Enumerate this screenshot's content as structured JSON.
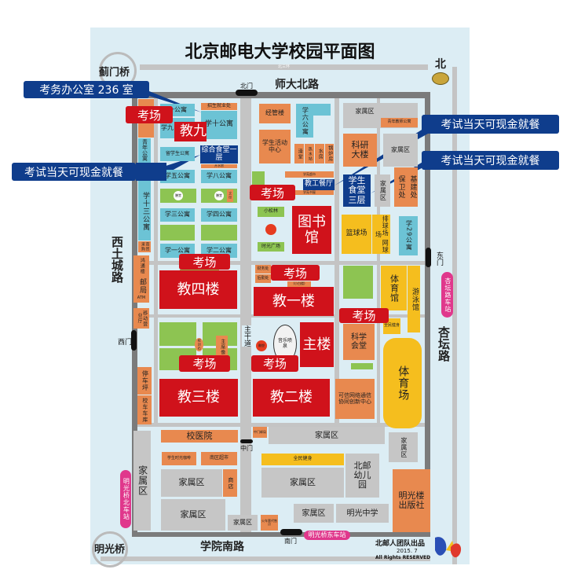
{
  "title": "北京邮电大学校园平面图",
  "compass": {
    "label": "北",
    "icon": "compass-icon"
  },
  "roads": {
    "north_ring": "北三环",
    "north": "师大北路",
    "west": "西土城路",
    "east": "杏坛路",
    "south": "学院南路",
    "main_axis": "主干道"
  },
  "bridges": {
    "jimen": "蓟门桥",
    "mingguang": "明光桥"
  },
  "gates": {
    "north": "北门",
    "east": "东门",
    "west": "西门",
    "middle": "中门",
    "south": "南门"
  },
  "bus_stops": {
    "xingtan": "杏坛路车站",
    "mingguang_north": "明光桥北车站",
    "mingguang_east": "明光桥东车站"
  },
  "callouts": {
    "exam_office": "考务办公室 236 室",
    "cash_dining_left": "考试当天可现金就餐",
    "cash_dining_right_1": "考试当天可现金就餐",
    "cash_dining_right_2": "考试当天可现金就餐"
  },
  "exam_tag": "考场",
  "buildings": {
    "jiao9": "教九",
    "xue9": "学九",
    "xue11": "一公寓",
    "zhaosheng": "招生就业处",
    "xue10": "学十公寓",
    "liuxuesheng": "留学生公寓",
    "zonghe_canteen": "综合食堂一层",
    "kaishuifang": "开水房",
    "qingnian": "青年公寓",
    "xue13": "学十三公寓",
    "shangmao": "商贸采购",
    "xue5": "学五公寓",
    "xue8": "学八公寓",
    "shantang1": "膳堂",
    "shantang2": "膳堂",
    "wenyin": "文印",
    "xue3": "学三公寓",
    "xue4": "学四公寓",
    "xue1": "学一公寓",
    "xue2": "学二公寓",
    "jingguan": "经管楼",
    "xue6": "学六公寓",
    "huodong": "学生活动中心",
    "zaotang": "澡堂",
    "reshui": "热水站",
    "shuifang": "水房",
    "guolu": "锅炉房",
    "jiashu_ne": "家属区",
    "qingnian_jiaoshi": "青年教师公寓",
    "keyan": "科研大楼",
    "jiashu_ne2": "家属区",
    "xueyuan_store": "学苑超市",
    "jiaogong_canteen": "教工餐厅",
    "xueyuan_books": "学苑书屋",
    "student_canteen": "学生食堂三层",
    "jiashu_ne3": "家属区",
    "baowei": "保卫处",
    "jijian": "基建处",
    "basketball": "篮球场",
    "volleyball": "排球场 网球场",
    "xue29": "学29公寓",
    "xiaosonglin": "小松林",
    "shiguang_square": "时光广场",
    "library": "图书馆",
    "hongtong": "鸿通楼",
    "post": "邮局",
    "atm": "ATM",
    "mobile": "移动营业厅",
    "parking": "停车坪",
    "bus_garage": "校车车库",
    "jiao4": "教四楼",
    "xiaoxun": "校训石",
    "chairman": "主席像",
    "jiao3": "教三楼",
    "caiwu": "财务处",
    "houqin": "后勤处",
    "xiaobai": "(小白楼)",
    "jiao1": "教一楼",
    "sculpture": "雕塑",
    "fountain": "音乐喷泉",
    "jiao2": "教二楼",
    "gym": "体育馆",
    "pool": "游泳馆",
    "fitness1": "全民健身",
    "main_building": "主楼",
    "science_hall": "科学会堂",
    "stadium": "体育场",
    "innovation": "可信网络通信协同创新中心",
    "hospital": "校医院",
    "middle_post": "中门邮局",
    "jiashu_mid": "家属区",
    "jiashu_e": "家属区",
    "jiashu_w": "家属区",
    "cafe": "学生时光咖啡",
    "south_market": "南区超市",
    "jiashu_s1": "家属区",
    "shop": "商店",
    "jiashu_s2": "家属区",
    "jiashu_s3": "家属区",
    "train_ticket": "火车票代售点",
    "fitness2": "全民健身",
    "jiashu_s4": "家属区",
    "kindergarten": "北邮幼儿园",
    "jiashu_s5": "家属区",
    "mingguang_school": "明光中学",
    "publisher": "明光楼出版社"
  },
  "credits": {
    "team": "北邮人团队出品",
    "date": "2015. 7",
    "rights": "All Rights RESERVED"
  },
  "colors": {
    "dorm": "#6cc3d5",
    "facility": "#e8894f",
    "residential": "#c6c6c6",
    "exam": "#d0121b",
    "green": "#8dc452",
    "sports": "#f5be1e",
    "callout": "#0f3d8c",
    "bus_stop": "#e0388c",
    "background": "#dcedf4"
  }
}
